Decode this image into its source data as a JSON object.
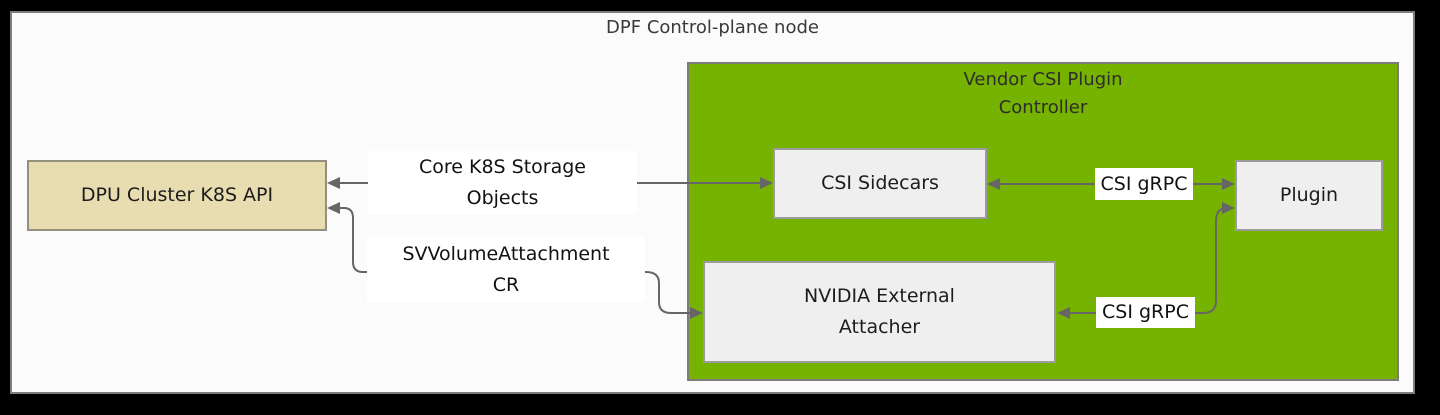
{
  "diagram_title": "DPF Control-plane node",
  "nodes": {
    "dpu_api": {
      "label": "DPU Cluster K8S API"
    },
    "vendor_controller": {
      "title_line1": "Vendor CSI Plugin",
      "title_line2": "Controller"
    },
    "csi_sidecars": {
      "label": "CSI Sidecars"
    },
    "nvidia_attacher": {
      "label_line1": "NVIDIA External",
      "label_line2": "Attacher"
    },
    "plugin": {
      "label": "Plugin"
    }
  },
  "edge_labels": {
    "core_k8s": {
      "line1": "Core K8S Storage",
      "line2": "Objects"
    },
    "svvolume": {
      "line1": "SVVolumeAttachment",
      "line2": "CR"
    },
    "csi_grpc_top": "CSI gRPC",
    "csi_grpc_bottom": "CSI gRPC"
  },
  "edges": [
    {
      "from": "vendor_controller / csi_sidecars",
      "to": "dpu_api",
      "label": "Core K8S Storage Objects",
      "bidirectional": true
    },
    {
      "from": "nvidia_attacher",
      "to": "dpu_api",
      "label": "SVVolumeAttachment CR",
      "bidirectional": true
    },
    {
      "from": "csi_sidecars",
      "to": "plugin",
      "label": "CSI gRPC",
      "bidirectional": true
    },
    {
      "from": "nvidia_attacher",
      "to": "plugin",
      "label": "CSI gRPC",
      "bidirectional": true
    }
  ],
  "colors": {
    "background": "#000000",
    "canvas": "#fbfbfb",
    "frame_border": "#7d7d7d",
    "nvidia_green": "#76b200",
    "tan_node": "#e8ddb0",
    "gray_node": "#efefef",
    "arrow": "#666666",
    "text": "#1c1c1c"
  }
}
